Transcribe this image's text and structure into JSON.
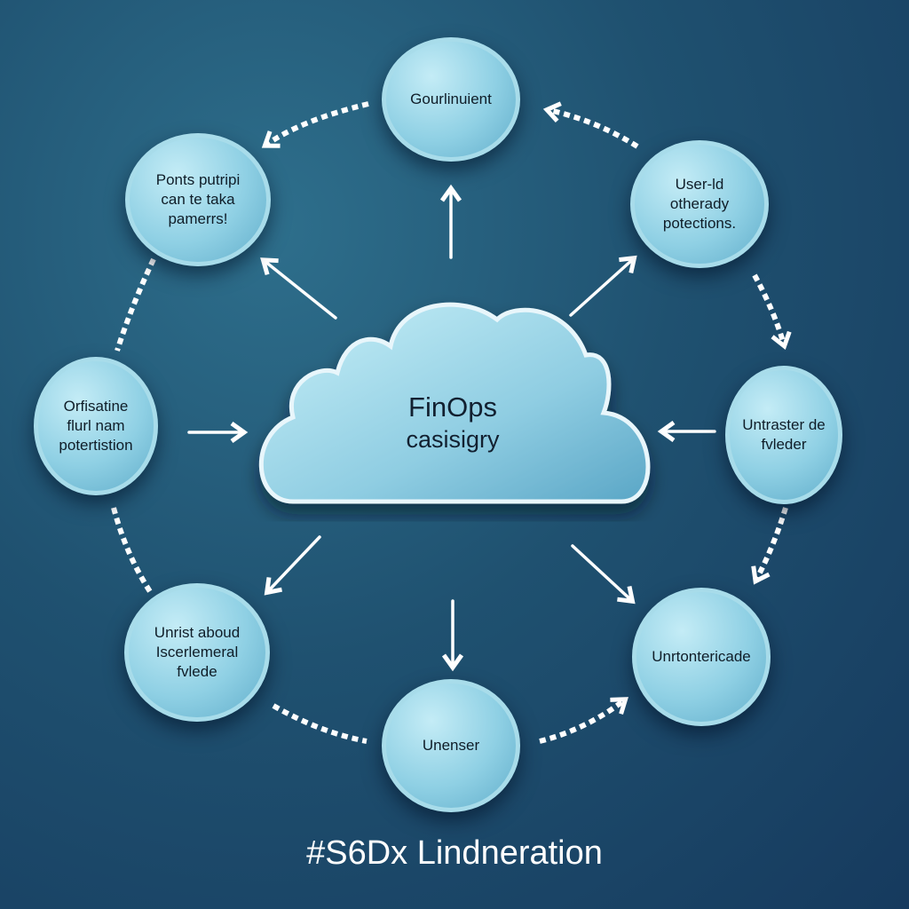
{
  "center": {
    "title": "FinOps",
    "subtitle": "casisigry"
  },
  "nodes": {
    "top": "Gourlinuient",
    "top_left": "Ponts putripi\ncan te taka\npamerrs!",
    "top_right": "User-ld\notherady\npotections.",
    "left": "Orfisatine\nflurl nam\npotertistion",
    "right": "Untraster de\nfvleder",
    "bottom_left": "Unrist aboud\nIscerlemeral\nfvlede",
    "bottom_right": "Unrtontericade",
    "bottom": "Unenser"
  },
  "footer": "#S6Dx Lindneration",
  "colors": {
    "background": "#1f5170",
    "node": "#8fd0e4",
    "arrow": "#ffffff"
  }
}
